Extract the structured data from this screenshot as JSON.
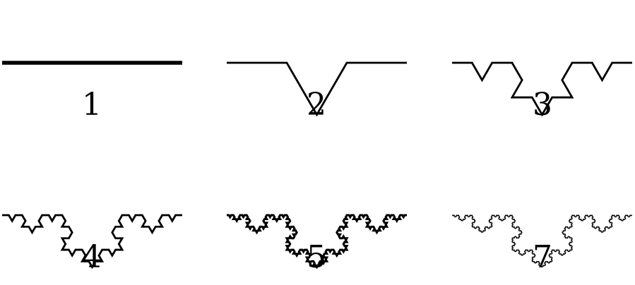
{
  "figure": {
    "colors": {
      "background": "#ffffff",
      "stroke": "#000000"
    },
    "panels": [
      {
        "label": "1",
        "iterations": 0
      },
      {
        "label": "2",
        "iterations": 1
      },
      {
        "label": "3",
        "iterations": 2
      },
      {
        "label": "4",
        "iterations": 3
      },
      {
        "label": "5",
        "iterations": 4
      },
      {
        "label": "7",
        "iterations": 6
      }
    ]
  }
}
